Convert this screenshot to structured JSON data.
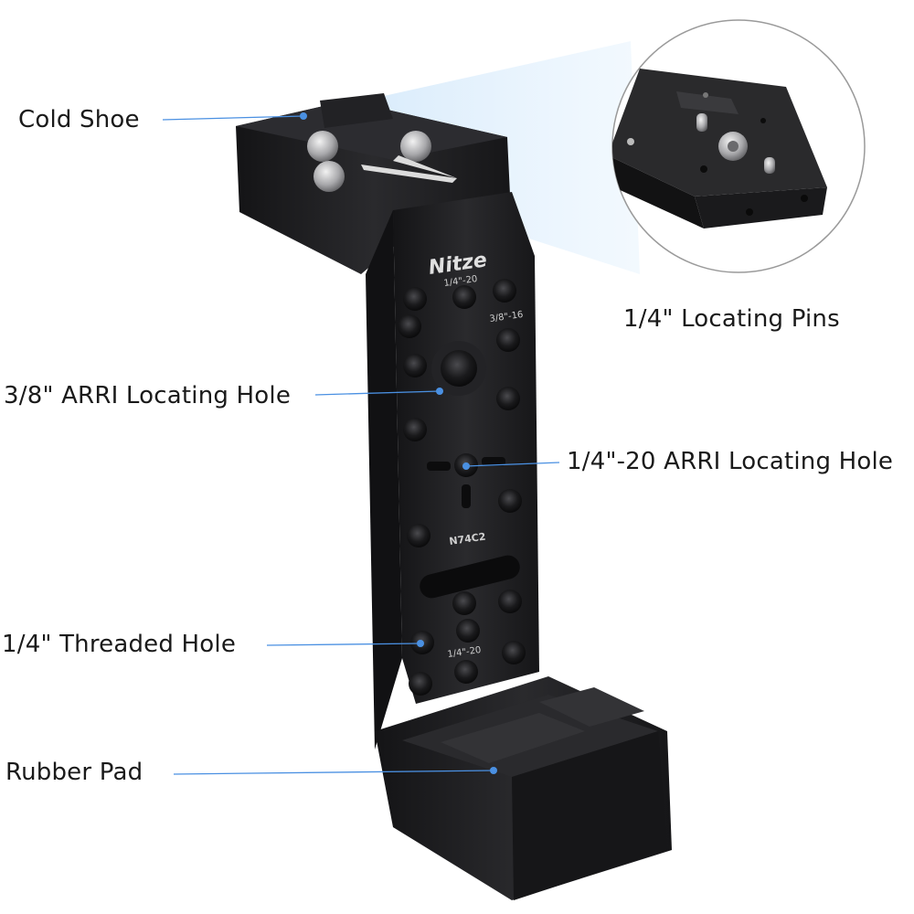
{
  "product": {
    "brand_mark": "Nitze",
    "model_mark": "N74C2",
    "thread_mark_top": "1/4\"-20",
    "thread_mark_mid": "3/8\"-16",
    "thread_mark_bottom": "1/4\"-20"
  },
  "callouts": {
    "cold_shoe": "Cold Shoe",
    "locating_pins": "1/4\" Locating Pins",
    "arri_38": "3/8\" ARRI Locating Hole",
    "arri_14": "1/4\"-20 ARRI Locating Hole",
    "threaded_hole": "1/4\" Threaded Hole",
    "rubber_pad": "Rubber Pad"
  },
  "colors": {
    "background": "#ffffff",
    "bracket": "#1b1b1d",
    "leader_line": "#4a90e2",
    "text": "#1a1a1a",
    "magnifier_beam": "#d6ebfb"
  }
}
